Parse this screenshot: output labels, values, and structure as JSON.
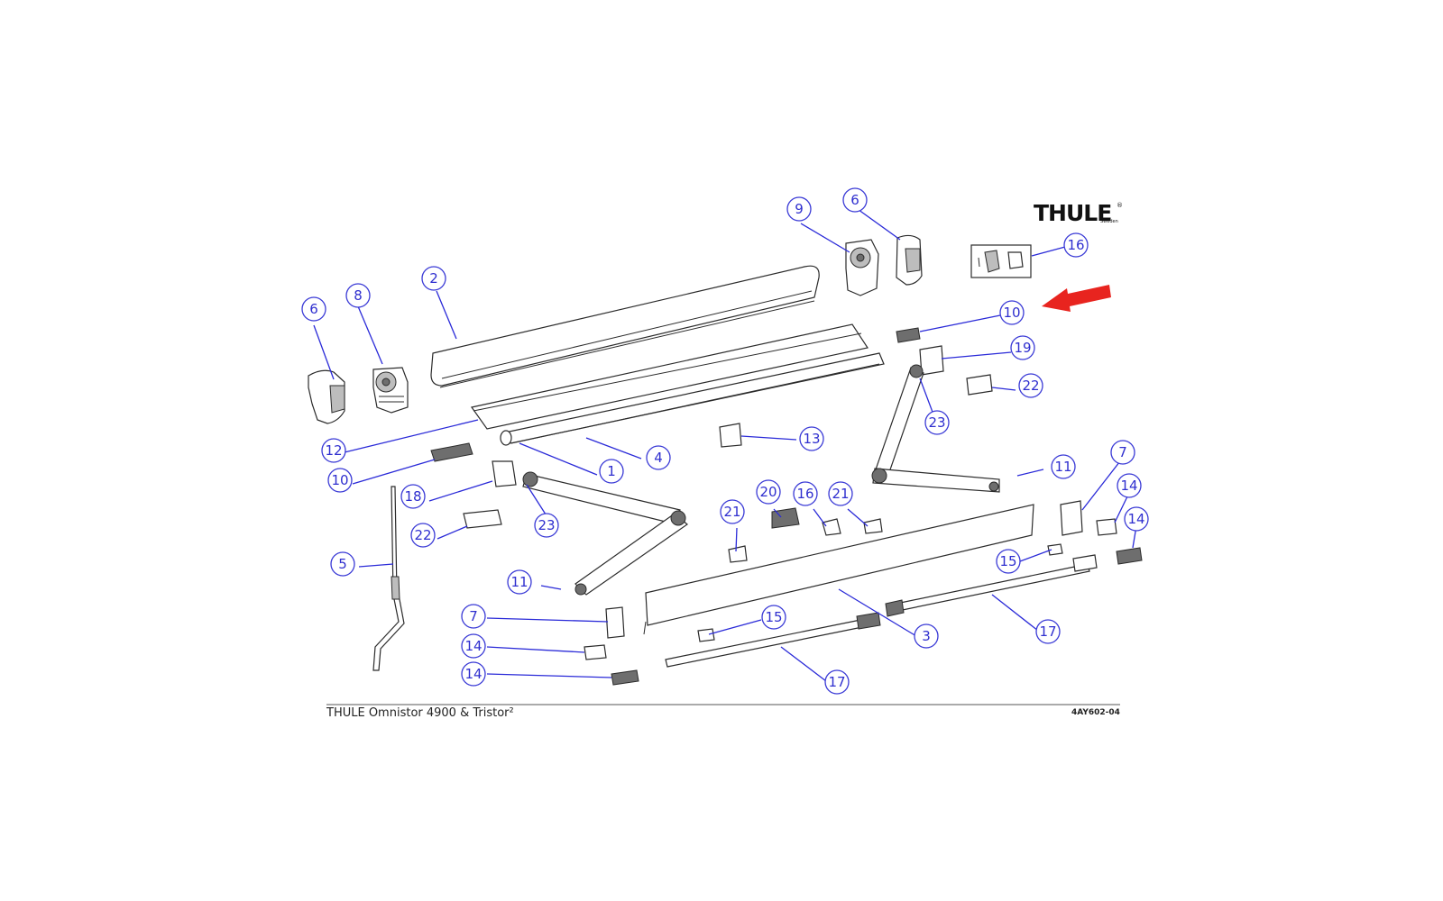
{
  "brand": {
    "name": "THULE",
    "sub": "Sweden",
    "reg": "®"
  },
  "footer": {
    "title": "THULE Omnistor 4900 & Tristor²",
    "code": "4AY602-04"
  },
  "colors": {
    "callout": "#3a3ad6",
    "arrow": "#e8241f",
    "parts": "#2b2b2b"
  },
  "indicator": {
    "icon": "red-arrow-icon",
    "points_to": "10"
  },
  "callouts": [
    "6",
    "8",
    "2",
    "9",
    "6",
    "16",
    "10",
    "19",
    "22",
    "23",
    "12",
    "1",
    "4",
    "13",
    "10",
    "18",
    "23",
    "22",
    "5",
    "11",
    "11",
    "7",
    "14",
    "14",
    "20",
    "16",
    "21",
    "21",
    "15",
    "7",
    "14",
    "14",
    "15",
    "3",
    "17",
    "17"
  ]
}
